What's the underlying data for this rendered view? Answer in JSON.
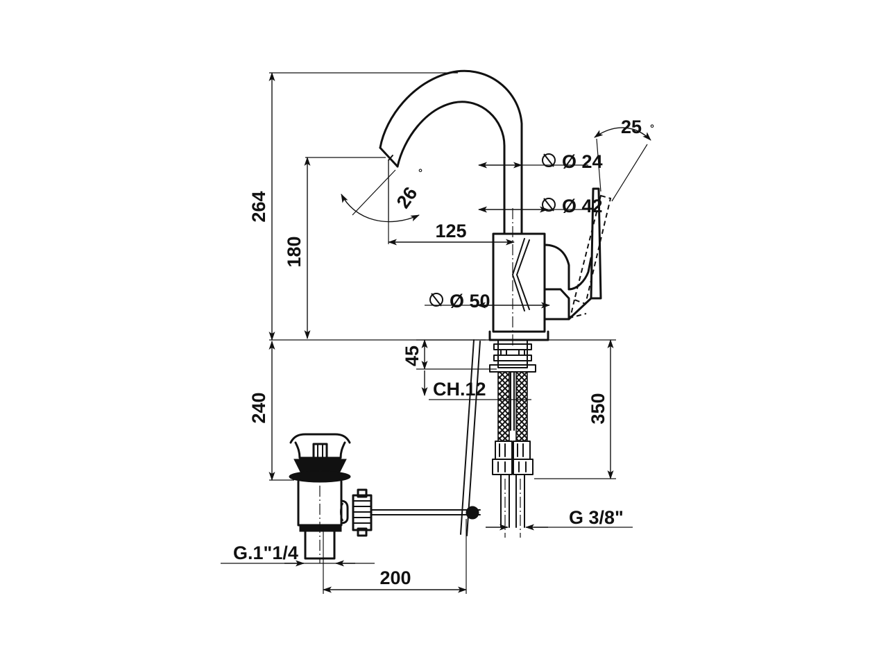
{
  "drawing": {
    "title": "Single-lever basin mixer dimensional drawing",
    "units": "mm",
    "line_color": "#111111",
    "background_color": "#ffffff"
  },
  "dimensions": {
    "overall_height": "264",
    "spout_height": "180",
    "below_deck_height": "240",
    "spout_reach": "125",
    "spout_tube_diameter": "Ø 24",
    "body_upper_diameter": "Ø 42",
    "base_diameter": "Ø 50",
    "deck_thickness_max": "45",
    "nut_wrench_size": "CH.12",
    "hose_length": "350",
    "hose_thread": "G 3/8\"",
    "waste_thread": "G.1\"1/4",
    "pop_up_rod_length": "200",
    "spout_swivel_angle": "26",
    "lever_lift_angle": "25",
    "degree_symbol": "°"
  },
  "labels": [
    {
      "id": "dim-264",
      "text": "264",
      "orientation": "vertical"
    },
    {
      "id": "dim-180",
      "text": "180",
      "orientation": "vertical"
    },
    {
      "id": "dim-240",
      "text": "240",
      "orientation": "vertical"
    },
    {
      "id": "dim-45",
      "text": "45",
      "orientation": "vertical"
    },
    {
      "id": "dim-350",
      "text": "350",
      "orientation": "vertical"
    },
    {
      "id": "dim-125",
      "text": "125",
      "orientation": "horizontal"
    },
    {
      "id": "dim-200",
      "text": "200",
      "orientation": "horizontal"
    },
    {
      "id": "dim-dia-24",
      "text": "Ø 24",
      "orientation": "horizontal"
    },
    {
      "id": "dim-dia-42",
      "text": "Ø 42",
      "orientation": "horizontal"
    },
    {
      "id": "dim-dia-50",
      "text": "Ø 50",
      "orientation": "horizontal"
    },
    {
      "id": "dim-ch12",
      "text": "CH.12",
      "orientation": "horizontal"
    },
    {
      "id": "dim-g38",
      "text": "G 3/8\"",
      "orientation": "horizontal"
    },
    {
      "id": "dim-g114",
      "text": "G.1\"1/4",
      "orientation": "horizontal"
    },
    {
      "id": "dim-angle-26",
      "text": "26",
      "orientation": "angled"
    },
    {
      "id": "dim-angle-25",
      "text": "25",
      "orientation": "angled"
    }
  ]
}
